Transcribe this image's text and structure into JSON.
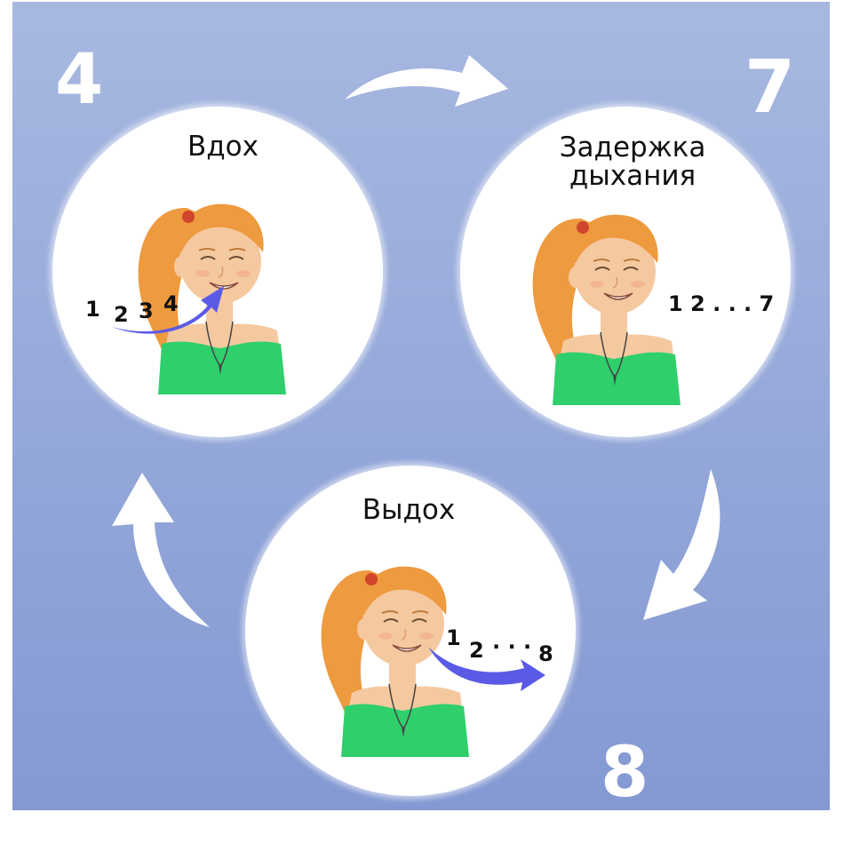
{
  "colors": {
    "background_top": "#a7b8e0",
    "background_bottom": "#8499d3",
    "circle_fill": "#ffffff",
    "arrow": "#ffffff",
    "hair": "#ee9a3f",
    "skin": "#f5c9a0",
    "shirt": "#2fcf6c",
    "breath_arrow": "#5a5ae6"
  },
  "steps": [
    {
      "number": "4",
      "title_lines": [
        "Вдох"
      ],
      "counts": [
        "1",
        "2",
        "3",
        "4"
      ]
    },
    {
      "number": "7",
      "title_lines": [
        "Задержка",
        "дыхания"
      ],
      "counts": [
        "1 2 . . . 7"
      ]
    },
    {
      "number": "8",
      "title_lines": [
        "Выдох"
      ],
      "counts": [
        "1",
        "2",
        "· · ·",
        "8"
      ]
    }
  ],
  "cycle_arrows": [
    "curved-arrow-right-icon",
    "curved-arrow-down-left-icon",
    "curved-arrow-up-icon"
  ]
}
